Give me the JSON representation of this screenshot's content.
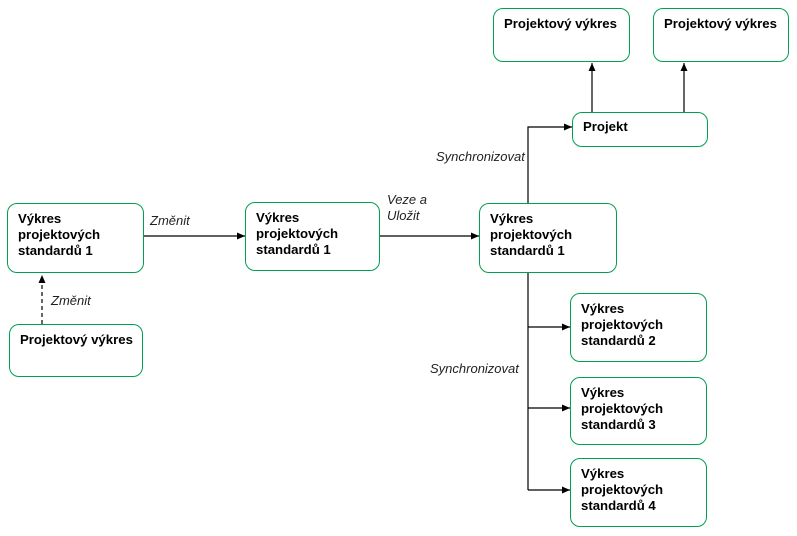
{
  "diagram": {
    "title": "Drawing standards synchronization flow",
    "colors": {
      "node_border": "#00A050",
      "node_fill": "#FFFFFF",
      "connector": "#000000",
      "text": "#000000",
      "edge_label_text": "#1F1F1F"
    },
    "nodes": {
      "top_drawing_1": {
        "label": "Projektový výkres"
      },
      "top_drawing_2": {
        "label": "Projektový výkres"
      },
      "project": {
        "label": "Projekt"
      },
      "standards_1_left": {
        "label": "Výkres\nprojektových\nstandardů 1"
      },
      "project_drawing_source": {
        "label": "Projektový výkres"
      },
      "standards_1_middle": {
        "label": "Výkres\nprojektových\nstandardů 1"
      },
      "standards_1_right": {
        "label": "Výkres\nprojektových\nstandardů 1"
      },
      "standards_2": {
        "label": "Výkres\nprojektových\nstandardů 2"
      },
      "standards_3": {
        "label": "Výkres\nprojektových\nstandardů 3"
      },
      "standards_4": {
        "label": "Výkres\nprojektových\nstandardů 4"
      }
    },
    "edge_labels": {
      "zmenit_1": "Změnit",
      "zmenit_2": "Změnit",
      "veze_a_ulozit": "Veze a\nUložit",
      "synchronizovat_top": "Synchronizovat",
      "synchronizovat_bottom": "Synchronizovat"
    }
  }
}
